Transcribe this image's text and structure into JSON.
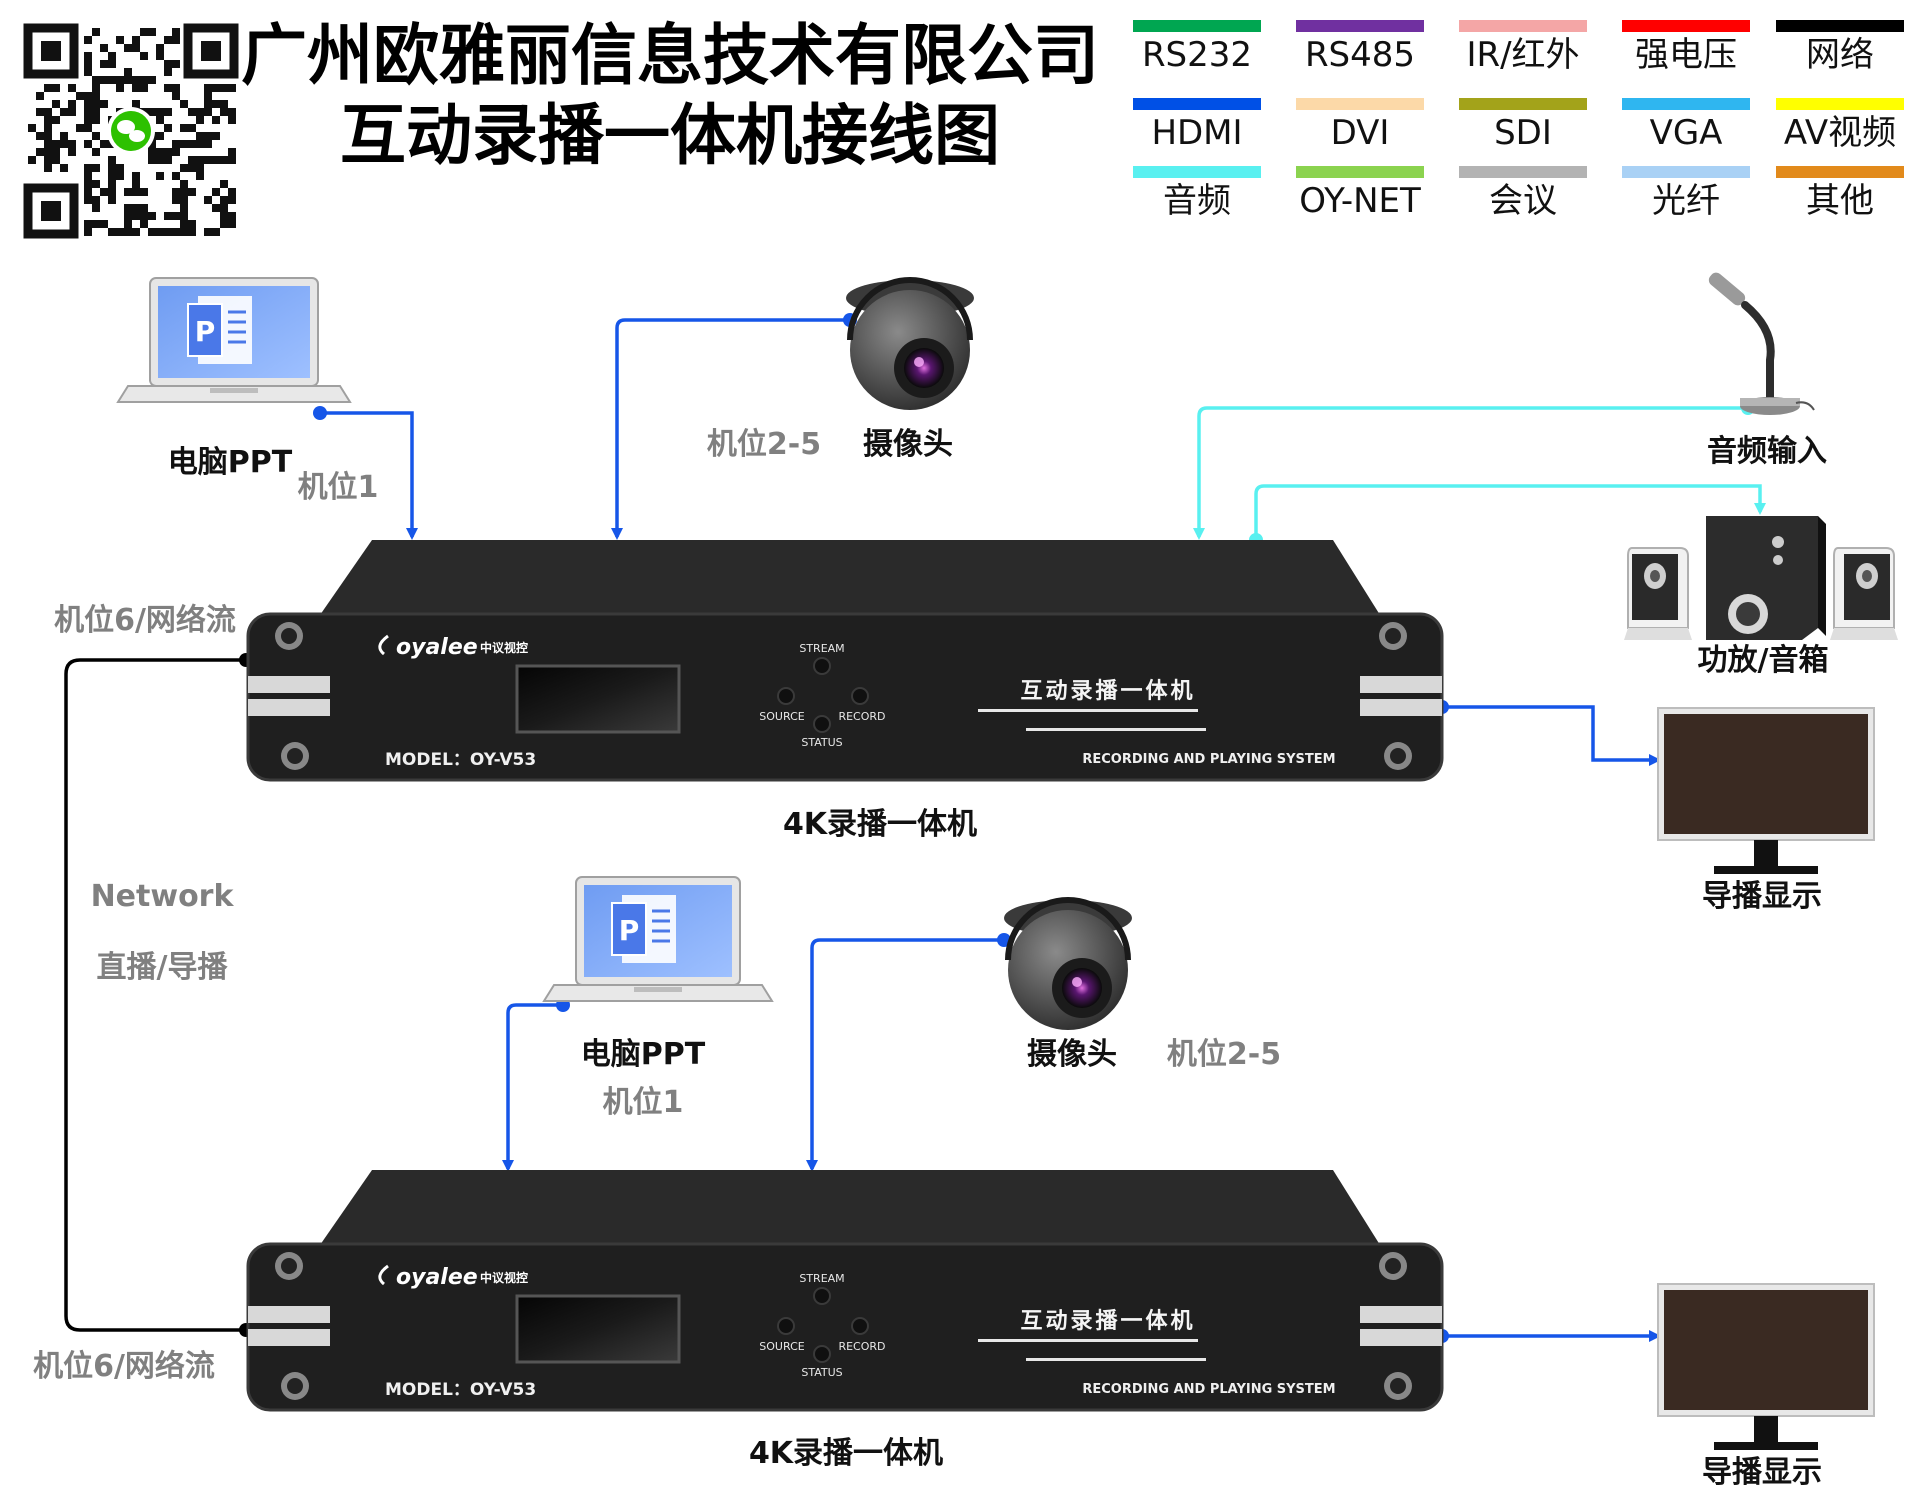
{
  "header": {
    "title_line1": "广州欧雅丽信息技术有限公司",
    "title_line2": "互动录播一体机接线图"
  },
  "legend": [
    {
      "label": "RS232",
      "color": "#00a651"
    },
    {
      "label": "RS485",
      "color": "#7030a0"
    },
    {
      "label": "IR/红外",
      "color": "#f4a6a6"
    },
    {
      "label": "强电压",
      "color": "#ff0000"
    },
    {
      "label": "网络",
      "color": "#000000"
    },
    {
      "label": "HDMI",
      "color": "#0050e6"
    },
    {
      "label": "DVI",
      "color": "#fcd9a8"
    },
    {
      "label": "SDI",
      "color": "#a3a31a"
    },
    {
      "label": "VGA",
      "color": "#2fb6f0"
    },
    {
      "label": "AV视频",
      "color": "#ffff00"
    },
    {
      "label": "音频",
      "color": "#59f0f0"
    },
    {
      "label": "OY-NET",
      "color": "#8bd34f"
    },
    {
      "label": "会议",
      "color": "#b3b3b3"
    },
    {
      "label": "光纤",
      "color": "#a9d1f5"
    },
    {
      "label": "其他",
      "color": "#e28a1b"
    }
  ],
  "labels": {
    "pc_top": "电脑PPT",
    "pos1_top": "机位1",
    "pos25_top": "机位2-5",
    "camera_top": "摄像头",
    "audio_in": "音频输入",
    "amp": "功放/音箱",
    "pos6_top": "机位6/网络流",
    "device_top": "4K录播一体机",
    "monitor_top": "导播显示",
    "network": "Network",
    "live": "直播/导播",
    "pc_bottom": "电脑PPT",
    "pos1_bottom": "机位1",
    "camera_bottom": "摄像头",
    "pos25_bottom": "机位2-5",
    "pos6_bottom": "机位6/网络流",
    "device_bottom": "4K录播一体机",
    "monitor_bottom": "导播显示"
  },
  "panel": {
    "brand": "oyalee",
    "brand_cn": "中议视控",
    "stream": "STREAM",
    "source": "SOURCE",
    "record": "RECORD",
    "status": "STATUS",
    "name": "互动录播一体机",
    "model": "MODEL：OY-V53",
    "system": "RECORDING AND PLAYING SYSTEM"
  },
  "colors": {
    "hdmi": "#1656e8",
    "audio": "#59f0f0",
    "network": "#000000",
    "device_body": "#1f1f1f",
    "device_top": "#2b2b2b"
  }
}
